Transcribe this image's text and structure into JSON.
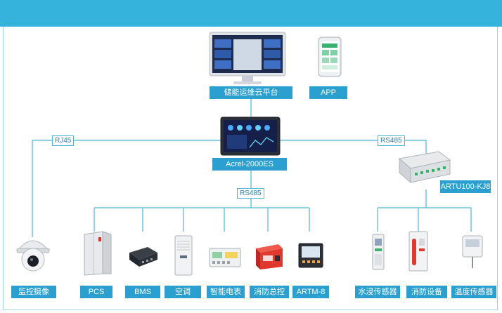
{
  "platform": {
    "label": "储能运维云平台"
  },
  "app": {
    "label": "APP"
  },
  "gateway": {
    "label": "Acrel-2000ES"
  },
  "rtu": {
    "label": "ARTU100-KJ8"
  },
  "links": {
    "rj45": "RJ45",
    "rs485_right": "RS485",
    "rs485_center": "RS485"
  },
  "devices": {
    "camera": "监控摄像",
    "pcs": "PCS",
    "bms": "BMS",
    "ac": "空调",
    "meter": "智能电表",
    "fire": "消防总控",
    "artm": "ARTM-8",
    "water": "水浸传感器",
    "firedev": "消防设备",
    "temp": "温度传感器"
  },
  "colors": {
    "accent": "#2a9fd0",
    "line": "#4db5dc",
    "header": "#35b3dc"
  }
}
